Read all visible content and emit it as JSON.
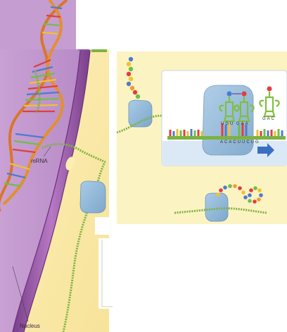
{
  "labels": {
    "mrna": "mRNA",
    "nucleus": "Nucleus"
  },
  "codons": {
    "trna_left": "UGU",
    "trna_mid": "GAA",
    "trna_right": "GAC",
    "mrna_strip": "ACACUUCUG"
  },
  "colors": {
    "nucleus_purple": "#c79fd0",
    "nuclear_envelope": "#9b5fa8",
    "cytoplasm": "#fbeeb0",
    "ribosome": "#8fb8d8",
    "trna_green": "#7fbf3f",
    "arrow_blue": "#3a6fc4",
    "mrna_green": "#7cb342"
  }
}
